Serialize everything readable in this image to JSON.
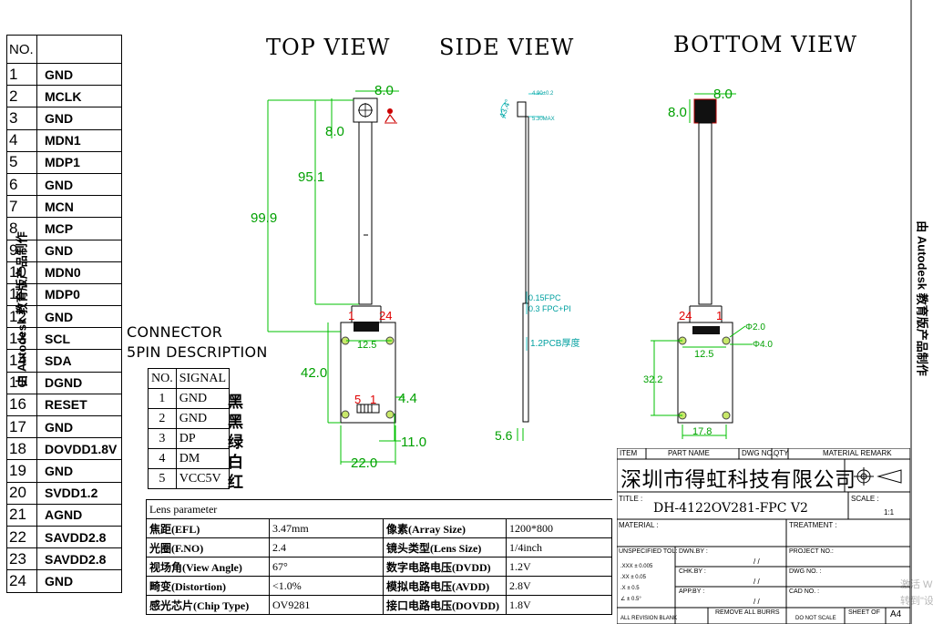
{
  "pin_table": {
    "header": "NO.",
    "rows": [
      {
        "no": "1",
        "signal": "GND"
      },
      {
        "no": "2",
        "signal": "MCLK"
      },
      {
        "no": "3",
        "signal": "GND"
      },
      {
        "no": "4",
        "signal": "MDN1"
      },
      {
        "no": "5",
        "signal": "MDP1"
      },
      {
        "no": "6",
        "signal": "GND"
      },
      {
        "no": "7",
        "signal": "MCN"
      },
      {
        "no": "8",
        "signal": "MCP"
      },
      {
        "no": "9",
        "signal": "GND"
      },
      {
        "no": "10",
        "signal": "MDN0"
      },
      {
        "no": "11",
        "signal": "MDP0"
      },
      {
        "no": "12",
        "signal": "GND"
      },
      {
        "no": "13",
        "signal": "SCL"
      },
      {
        "no": "14",
        "signal": "SDA"
      },
      {
        "no": "15",
        "signal": "DGND"
      },
      {
        "no": "16",
        "signal": "RESET"
      },
      {
        "no": "17",
        "signal": "GND"
      },
      {
        "no": "18",
        "signal": "DOVDD1.8V"
      },
      {
        "no": "19",
        "signal": "GND"
      },
      {
        "no": "20",
        "signal": "SVDD1.2"
      },
      {
        "no": "21",
        "signal": "AGND"
      },
      {
        "no": "22",
        "signal": "SAVDD2.8"
      },
      {
        "no": "23",
        "signal": "SAVDD2.8"
      },
      {
        "no": "24",
        "signal": "GND"
      }
    ]
  },
  "watermark": {
    "left": "由 Autodesk 教育版产品制作",
    "right": "由 Autodesk 教育版产品制作",
    "corner_1": "激活 W",
    "corner_2": "转到\"设"
  },
  "views": {
    "top": "TOP VIEW",
    "side": "SIDE VIEW",
    "bottom": "BOTTOM VIEW"
  },
  "dimensions": {
    "top_8_0_a": "8.0",
    "top_8_0_b": "8.0",
    "top_95_1": "95.1",
    "top_99_9": "99.9",
    "top_pin1": "1",
    "top_pin24": "24",
    "top_12_5": "12.5",
    "top_42_0": "42.0",
    "top_5": "5",
    "top_1": "1",
    "top_4_4": "4.4",
    "top_11_0": "11.0",
    "top_22_0": "22.0",
    "side_angle": "43.4°",
    "side_top_a": "4.90±0.2",
    "side_top_b": "5.30MAX",
    "side_fpc_a": "0.15FPC",
    "side_fpc_b": "0.3 FPC+PI",
    "side_pcb": "1.2PCB厚度",
    "side_5_6": "5.6",
    "bot_8_0_a": "8.0",
    "bot_8_0_b": "8.0",
    "bot_pin24": "24",
    "bot_pin1": "1",
    "bot_d2": "Φ2.0",
    "bot_d4": "Φ4.0",
    "bot_12_5": "12.5",
    "bot_32_2": "32.2",
    "bot_17_8": "17.8"
  },
  "connector": {
    "title_1": "CONNECTOR",
    "title_2": "5PIN DESCRIPTION",
    "header_no": "NO.",
    "header_signal": "SIGNAL",
    "rows": [
      {
        "no": "1",
        "signal": "GND",
        "color": "黑"
      },
      {
        "no": "2",
        "signal": "GND",
        "color": "黑"
      },
      {
        "no": "3",
        "signal": "DP",
        "color": "绿"
      },
      {
        "no": "4",
        "signal": "DM",
        "color": "白"
      },
      {
        "no": "5",
        "signal": "VCC5V",
        "color": "红"
      }
    ]
  },
  "lens": {
    "title": "Lens parameter",
    "rows": [
      {
        "k1": "焦距(EFL)",
        "v1": "3.47mm",
        "k2": "像素(Array Size)",
        "v2": "1200*800"
      },
      {
        "k1": "光圈(F.NO)",
        "v1": "2.4",
        "k2": "镜头类型(Lens Size)",
        "v2": "1/4inch"
      },
      {
        "k1": "视场角(View Angle)",
        "v1": "67°",
        "k2": "数字电路电压(DVDD)",
        "v2": "1.2V"
      },
      {
        "k1": "畸变(Distortion)",
        "v1": "<1.0%",
        "k2": "模拟电路电压(AVDD)",
        "v2": "2.8V"
      },
      {
        "k1": "感光芯片(Chip Type)",
        "v1": "OV9281",
        "k2": "接口电路电压(DOVDD)",
        "v2": "1.8V"
      }
    ]
  },
  "title_block": {
    "h_item": "ITEM",
    "h_part": "PART NAME",
    "h_dwg": "DWG NO.",
    "h_qty": "QTY",
    "h_material_remark": "MATERIAL REMARK",
    "company": "深圳市得虹科技有限公司",
    "title_label": "TITLE :",
    "title": "DH-4122OV281-FPC V2",
    "scale_label": "SCALE :",
    "scale": "1:1",
    "material_label": "MATERIAL :",
    "treatment_label": "TREATMENT :",
    "tol_label": "UNSPECIFIED TOL:",
    "tol_rows": [
      ".XXX  ±  0.005",
      ".XX  ±  0.05",
      ".X  ±  0.5",
      "∠  ±  0.5°"
    ],
    "dwn": "DWN.BY :",
    "chk": "CHK.BY :",
    "app": "APP.BY :",
    "slash": "/   /",
    "project": "PROJECT NO.:",
    "dwg_no": "DWG NO. :",
    "cad_no": "CAD NO. :",
    "remove_burrs": "REMOVE ALL BURRS",
    "revision": "ALL REVISION BLANK",
    "do_not": "DO NOT SCALE",
    "sheet": "SHEET OF",
    "size": "A4"
  }
}
